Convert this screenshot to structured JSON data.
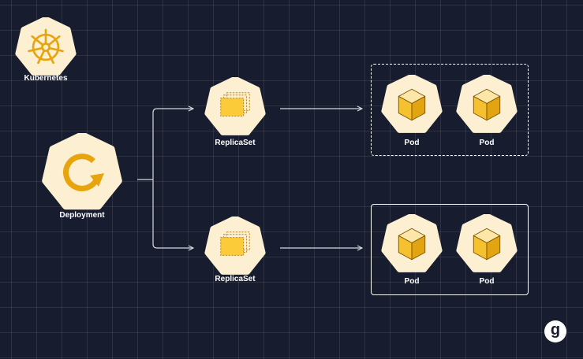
{
  "colors": {
    "background": "#171c2e",
    "hexagon_fill": "#fdf0d2",
    "accent": "#e8a40c",
    "accent_light": "#fbcb3a",
    "line": "#d6d8de"
  },
  "nodes": {
    "kubernetes": {
      "label": "Kubernetes",
      "icon": "helm-wheel-icon"
    },
    "deployment": {
      "label": "Deployment",
      "icon": "refresh-cycle-icon"
    },
    "replicaset_top": {
      "label": "ReplicaSet",
      "icon": "stacked-cards-icon"
    },
    "replicaset_bottom": {
      "label": "ReplicaSet",
      "icon": "stacked-cards-icon"
    },
    "pods_top": [
      {
        "label": "Pod",
        "icon": "cube-icon"
      },
      {
        "label": "Pod",
        "icon": "cube-icon"
      }
    ],
    "pods_bottom": [
      {
        "label": "Pod",
        "icon": "cube-icon"
      },
      {
        "label": "Pod",
        "icon": "cube-icon"
      }
    ]
  },
  "groups": {
    "top_border": "dashed",
    "bottom_border": "solid"
  },
  "brand": {
    "logo_text": "g"
  }
}
